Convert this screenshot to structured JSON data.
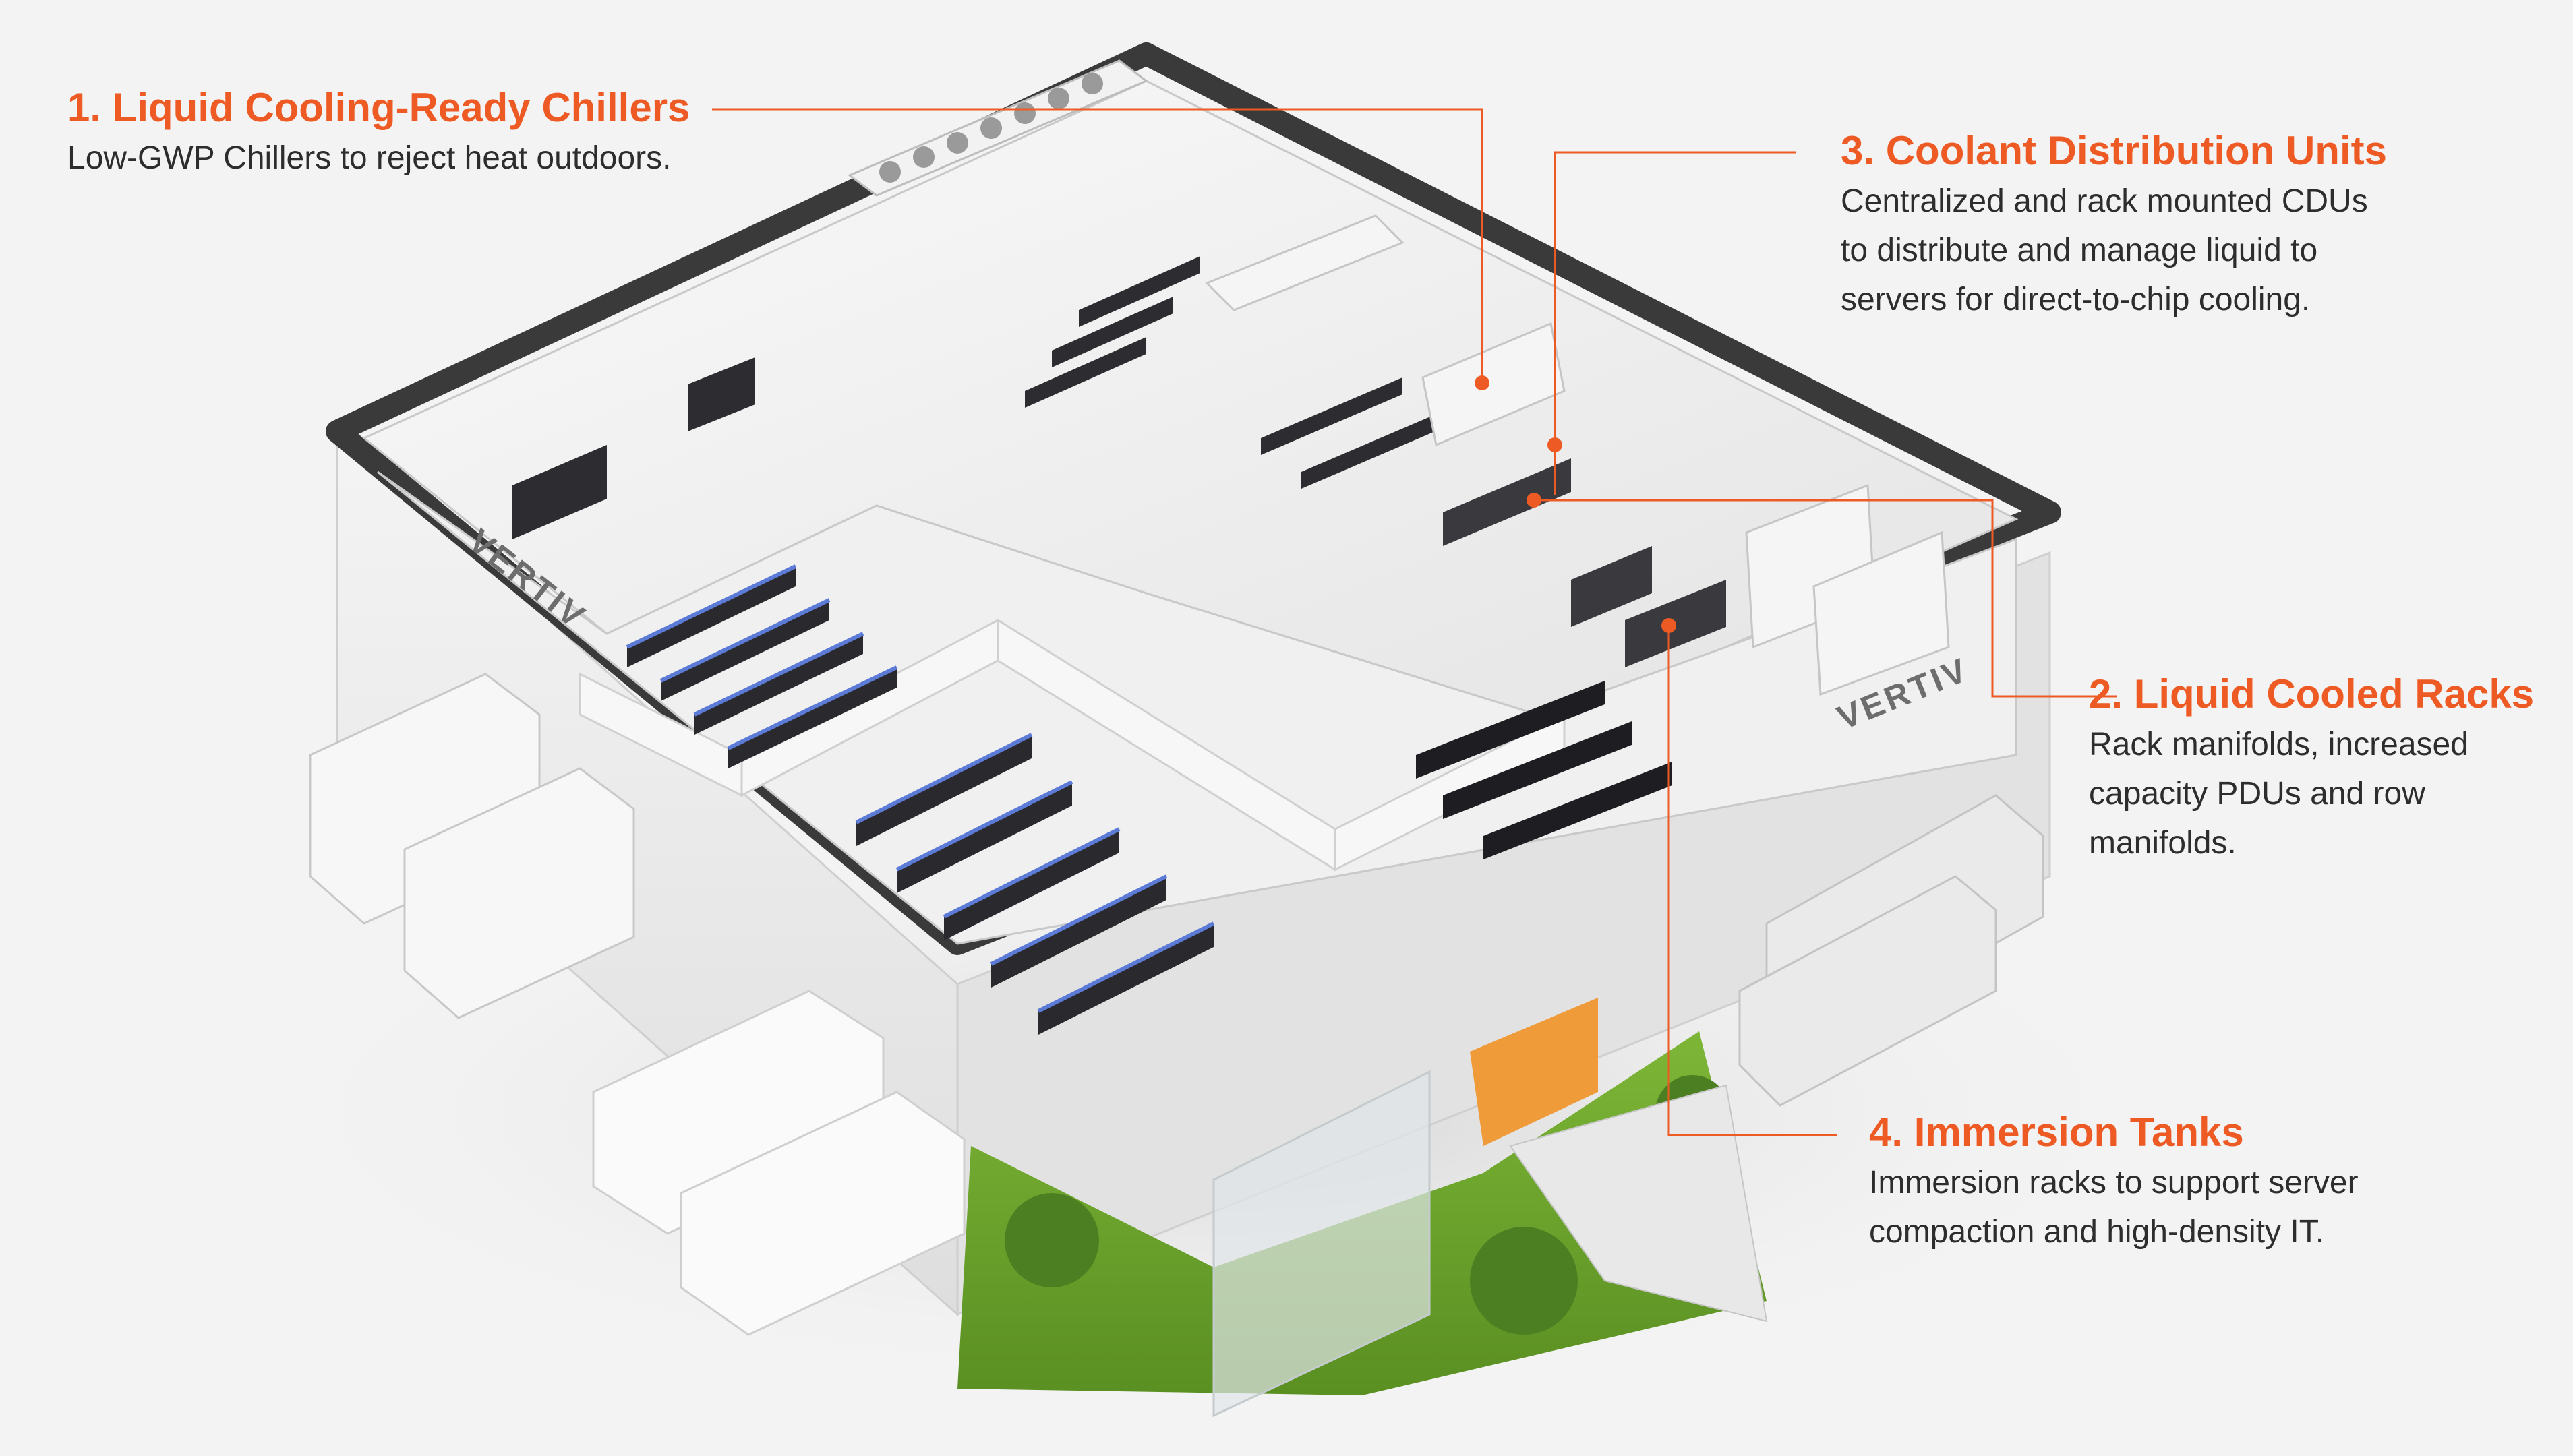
{
  "callouts": [
    {
      "id": "chillers",
      "title": "1.  Liquid Cooling-Ready Chillers",
      "lines": [
        "Low-GWP Chillers to reject heat outdoors."
      ]
    },
    {
      "id": "cdu",
      "title": "3. Coolant Distribution Units",
      "lines": [
        "Centralized and rack mounted CDUs",
        "to distribute and manage liquid to",
        "servers for direct-to-chip cooling."
      ]
    },
    {
      "id": "racks",
      "title": "2. Liquid Cooled Racks",
      "lines": [
        "Rack manifolds, increased",
        "capacity PDUs and row",
        "manifolds."
      ]
    },
    {
      "id": "immersion",
      "title": "4. Immersion Tanks",
      "lines": [
        "Immersion racks to support server",
        "compaction and high-density IT."
      ]
    }
  ],
  "brand_label": "VERTIV",
  "colors": {
    "accent": "#ee5a24",
    "text": "#2d2d2d",
    "background": "#f3f3f3",
    "roof": "#3a3a3a",
    "wall": "#e9e9e9",
    "rack": "#2a2a2e",
    "grass": "#6fa52b"
  },
  "icons": [
    "hotspot-dot-icon",
    "vertiv-logo-icon"
  ]
}
